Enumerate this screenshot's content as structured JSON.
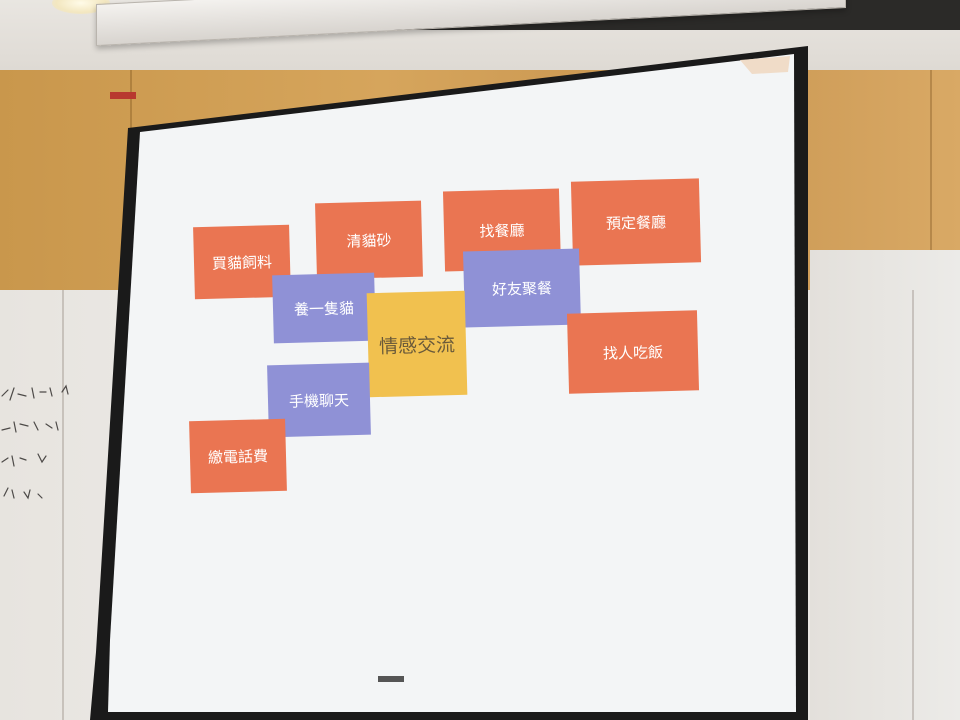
{
  "slide": {
    "center_label": "情感交流",
    "boxes": [
      {
        "id": "buy-cat-food",
        "label": "買貓飼料",
        "kind": "orange"
      },
      {
        "id": "clean-litter",
        "label": "清貓砂",
        "kind": "orange"
      },
      {
        "id": "find-restaurant",
        "label": "找餐廳",
        "kind": "orange"
      },
      {
        "id": "book-restaurant",
        "label": "預定餐廳",
        "kind": "orange"
      },
      {
        "id": "raise-cat",
        "label": "養一隻貓",
        "kind": "purple"
      },
      {
        "id": "friends-dinner",
        "label": "好友聚餐",
        "kind": "purple"
      },
      {
        "id": "find-dinner-mate",
        "label": "找人吃飯",
        "kind": "orange"
      },
      {
        "id": "phone-chat",
        "label": "手機聊天",
        "kind": "purple"
      },
      {
        "id": "pay-phone-bill",
        "label": "繳電話費",
        "kind": "orange"
      }
    ]
  },
  "colors": {
    "orange": "#ea7552",
    "purple": "#8f91d6",
    "yellow": "#f1c14f",
    "screen": "#f3f5f6",
    "frame": "#1a1a1a"
  }
}
